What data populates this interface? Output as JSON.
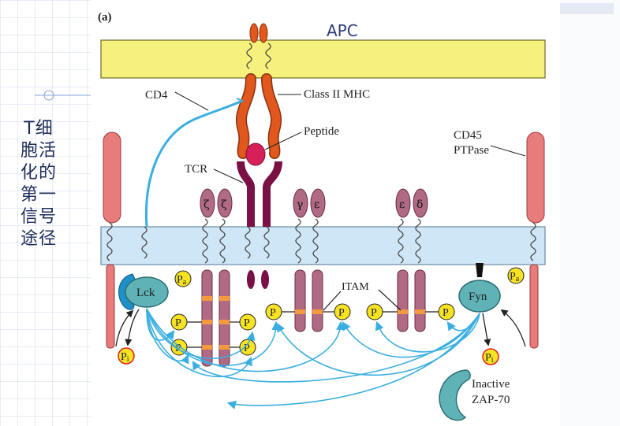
{
  "sidebar": {
    "title_chars": [
      "T细",
      "胞活",
      "化的",
      "第一",
      "信号",
      "途径"
    ]
  },
  "figure": {
    "panel_label": "(a)",
    "cell_label": "APC",
    "labels": {
      "cd4": "CD4",
      "class_ii_mhc": "Class II MHC",
      "peptide": "Peptide",
      "tcr": "TCR",
      "cd45_line1": "CD45",
      "cd45_line2": "PTPase",
      "itam": "ITAM",
      "inactive_line1": "Inactive",
      "inactive_line2": "ZAP-70"
    },
    "kinases": {
      "lck": "Lck",
      "fyn": "Fyn"
    },
    "chains": {
      "zeta": "ζ",
      "gamma": "γ",
      "epsilon": "ε",
      "delta": "δ"
    },
    "phospho": {
      "p": "P",
      "pa": "Pa",
      "pi": "Pi",
      "sub_a": "a",
      "sub_i": "i"
    },
    "colors": {
      "apc_membrane": "#f6f07c",
      "t_membrane": "#cfe6f7",
      "mhc": "#e0581d",
      "peptide": "#d71f5a",
      "tcr": "#7a1043",
      "cd3_chain": "#b06a84",
      "itam": "#f39a3f",
      "cd45": "#e87b7b",
      "kinase": "#5fb3b7",
      "phosphate": "#f7e324",
      "arrow": "#3aaee0"
    }
  }
}
